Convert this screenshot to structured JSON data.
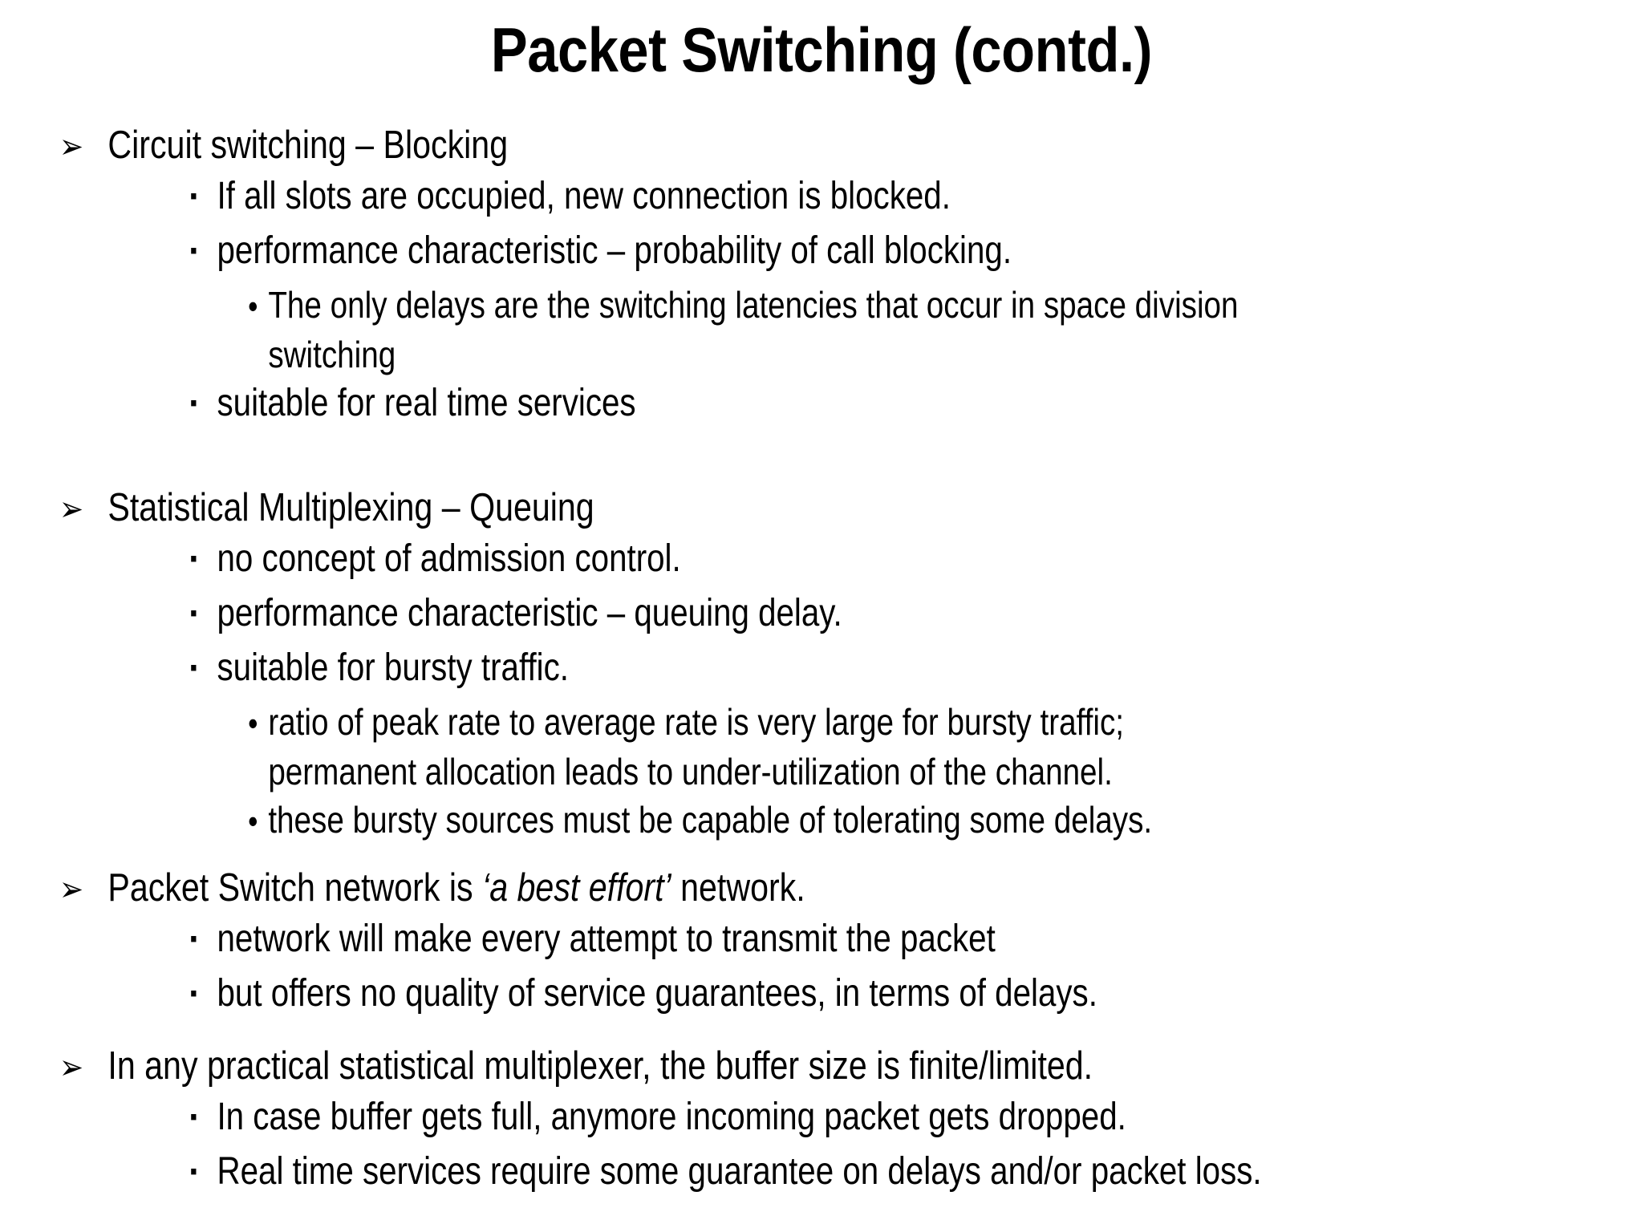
{
  "slide": {
    "title": "Packet Switching (contd.)",
    "background_color": "#ffffff",
    "text_color": "#000000",
    "bullet_glyphs": {
      "level1": "➢",
      "level2": "▪",
      "level3": "•"
    },
    "content": [
      {
        "level": 1,
        "text": "Circuit switching – Blocking"
      },
      {
        "level": 2,
        "text": "If all slots are occupied, new connection is blocked."
      },
      {
        "level": 2,
        "text": "performance characteristic – probability of call blocking."
      },
      {
        "level": 3,
        "text": "The only delays are the switching latencies that occur in space division"
      },
      {
        "level": 3,
        "continuation": true,
        "text": "switching"
      },
      {
        "level": 2,
        "text": "suitable for real time services"
      },
      {
        "level": 0,
        "spacer": true,
        "text": ""
      },
      {
        "level": 1,
        "text": "Statistical Multiplexing – Queuing"
      },
      {
        "level": 2,
        "text": "no concept of admission control."
      },
      {
        "level": 2,
        "text": "performance characteristic – queuing delay."
      },
      {
        "level": 2,
        "text": "suitable for bursty traffic."
      },
      {
        "level": 3,
        "text": "ratio of peak rate to average rate is very large for bursty traffic;"
      },
      {
        "level": 3,
        "continuation": true,
        "text": "permanent allocation leads to under-utilization of the channel."
      },
      {
        "level": 3,
        "text": "these bursty sources must be capable of tolerating some delays."
      },
      {
        "level": 0,
        "spacer_small": true,
        "text": ""
      },
      {
        "level": 1,
        "rich": true,
        "parts": [
          {
            "text": "Packet Switch network is ",
            "italic": false
          },
          {
            "text": "‘a best effort’",
            "italic": true
          },
          {
            "text": " network.",
            "italic": false
          }
        ],
        "text": "Packet Switch network is ‘a best effort’ network."
      },
      {
        "level": 2,
        "text": "network will make every attempt to transmit the packet"
      },
      {
        "level": 2,
        "text": "but offers no quality of service guarantees, in terms of delays."
      },
      {
        "level": 0,
        "spacer_small": true,
        "text": ""
      },
      {
        "level": 1,
        "text": "In any practical statistical multiplexer, the buffer size is finite/limited."
      },
      {
        "level": 2,
        "text": "In case buffer gets full, anymore incoming packet gets dropped."
      },
      {
        "level": 2,
        "text": "Real time services require some guarantee on delays and/or packet loss."
      }
    ]
  }
}
